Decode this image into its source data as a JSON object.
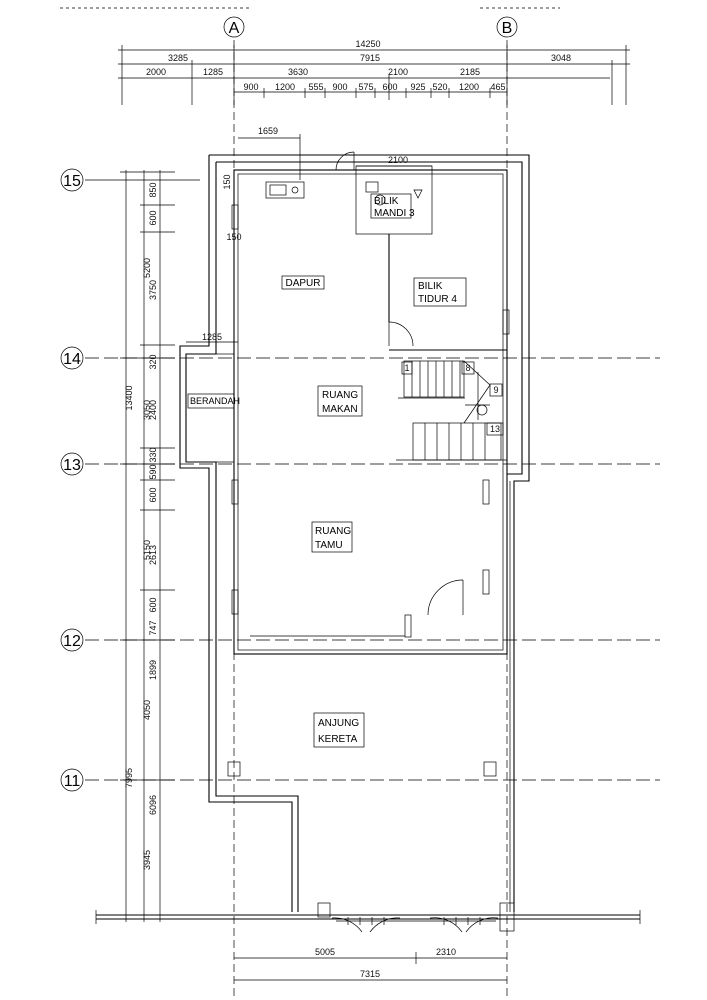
{
  "grid_labels": {
    "A": "A",
    "B": "B",
    "g15": "15",
    "g14": "14",
    "g13": "13",
    "g12": "12",
    "g11": "11"
  },
  "top_dims": {
    "total": "14250",
    "row2": [
      "3285",
      "7915",
      "3048"
    ],
    "row3": [
      "2000",
      "1285",
      "3630",
      "2100",
      "2185"
    ],
    "row4": [
      "900",
      "1200",
      "555",
      "900",
      "575",
      "600",
      "925",
      "520",
      "1200",
      "465"
    ]
  },
  "inner_dims": {
    "d1659": "1659",
    "d2100": "2100",
    "d150a": "150",
    "d150b": "150",
    "d1285": "1285"
  },
  "left_dims": {
    "total": "13400",
    "col2": [
      "5200",
      "3050",
      "5150",
      "4050",
      "7995"
    ],
    "col3": [
      "850",
      "600",
      "3750",
      "320",
      "2400",
      "330",
      "590",
      "600",
      "2613",
      "600",
      "747",
      "1899",
      "6096",
      "3945"
    ]
  },
  "bottom_dims": {
    "d5005": "5005",
    "d2310": "2310",
    "d7315": "7315"
  },
  "rooms": {
    "dapur": "DAPUR",
    "bilik_mandi_1": "BILIK",
    "bilik_mandi_2": "MANDI 3",
    "bilik_tidur_1": "BILIK",
    "bilik_tidur_2": "TIDUR 4",
    "beranda": "BERANDAH",
    "ruang_makan_1": "RUANG",
    "ruang_makan_2": "MAKAN",
    "ruang_tamu_1": "RUANG",
    "ruang_tamu_2": "TAMU",
    "anjung_1": "ANJUNG",
    "anjung_2": "KERETA"
  },
  "stair_numbers": {
    "s1": "1",
    "s8": "8",
    "s9": "9",
    "s13": "13"
  }
}
